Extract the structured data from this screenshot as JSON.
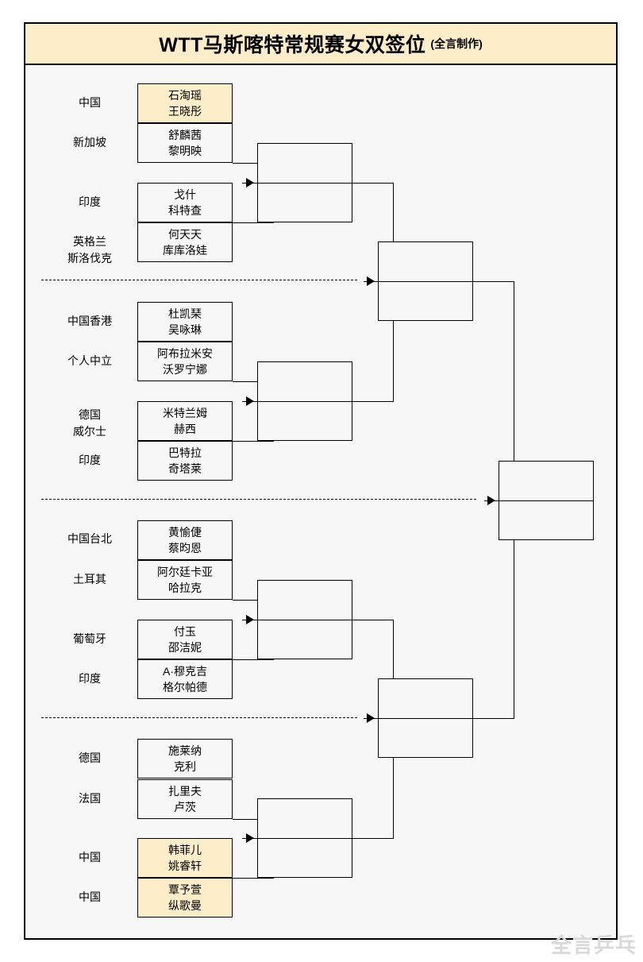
{
  "header": {
    "title_main": "WTT马斯喀特常规赛女双签位",
    "title_sub": "(全言制作)"
  },
  "watermark": "全言乒乓",
  "colors": {
    "highlight": "#fdeec9",
    "background": "#f7f7f7",
    "line": "#000000"
  },
  "bracket": {
    "round1": [
      {
        "country": "中国",
        "players": "石淘瑶\n王晓彤",
        "highlight": true
      },
      {
        "country": "新加坡",
        "players": "舒麟茜\n黎明映",
        "highlight": false
      },
      {
        "country": "印度",
        "players": "戈什\n科特查",
        "highlight": false
      },
      {
        "country": "英格兰\n斯洛伐克",
        "players": "何天天\n库库洛娃",
        "highlight": false
      },
      {
        "country": "中国香港",
        "players": "杜凯琹\n吴咏琳",
        "highlight": false
      },
      {
        "country": "个人中立",
        "players": "阿布拉米安\n沃罗宁娜",
        "highlight": false
      },
      {
        "country": "德国\n威尔士",
        "players": "米特兰姆\n赫西",
        "highlight": false
      },
      {
        "country": "印度",
        "players": "巴特拉\n奇塔莱",
        "highlight": false
      },
      {
        "country": "中国台北",
        "players": "黄愉倢\n蔡昀恩",
        "highlight": false
      },
      {
        "country": "土耳其",
        "players": "阿尔廷卡亚\n哈拉克",
        "highlight": false
      },
      {
        "country": "葡萄牙",
        "players": "付玉\n邵洁妮",
        "highlight": false
      },
      {
        "country": "印度",
        "players": "A·穆克吉\n格尔帕德",
        "highlight": false
      },
      {
        "country": "德国",
        "players": "施莱纳\n克利",
        "highlight": false
      },
      {
        "country": "法国",
        "players": "扎里夫\n卢茨",
        "highlight": false
      },
      {
        "country": "中国",
        "players": "韩菲儿\n姚睿轩",
        "highlight": true
      },
      {
        "country": "中国",
        "players": "覃予萱\n纵歌曼",
        "highlight": true
      }
    ],
    "round2": [
      {
        "top": "",
        "bottom": ""
      },
      {
        "top": "",
        "bottom": ""
      },
      {
        "top": "",
        "bottom": ""
      },
      {
        "top": "",
        "bottom": ""
      }
    ],
    "semifinals": [
      {
        "top": "",
        "bottom": ""
      },
      {
        "top": "",
        "bottom": ""
      }
    ],
    "final": {
      "top": "",
      "bottom": ""
    }
  }
}
